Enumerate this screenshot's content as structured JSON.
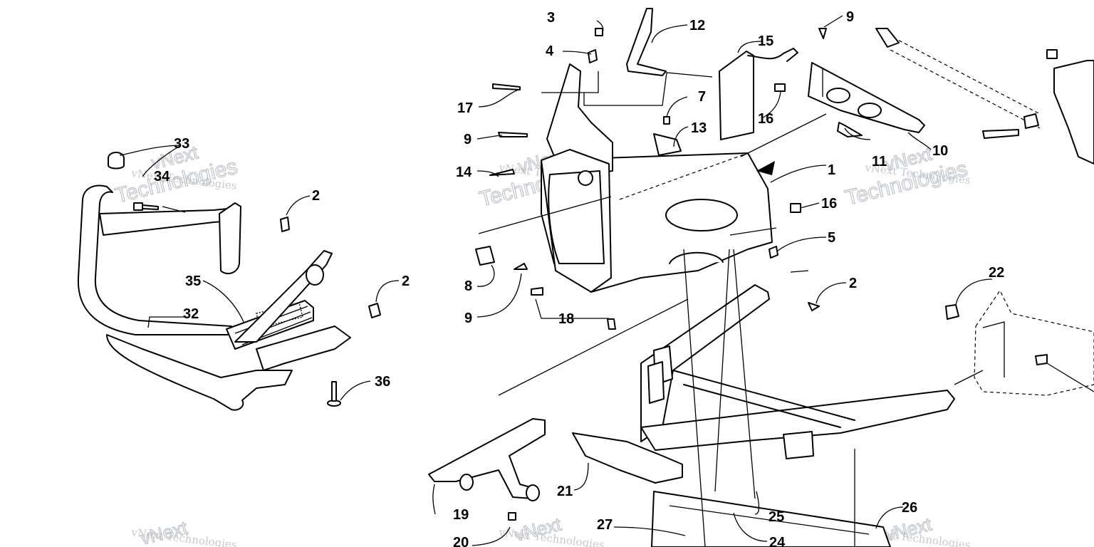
{
  "diagram": {
    "callouts": {
      "c1": "1",
      "c2a": "2",
      "c2b": "2",
      "c2c": "2",
      "c3": "3",
      "c4": "4",
      "c5": "5",
      "c7": "7",
      "c8": "8",
      "c9a": "9",
      "c9b": "9",
      "c9c": "9",
      "c10": "10",
      "c11": "11",
      "c12": "12",
      "c13": "13",
      "c14": "14",
      "c15": "15",
      "c16a": "16",
      "c16b": "16",
      "c17": "17",
      "c18": "18",
      "c19": "19",
      "c20": "20",
      "c21": "21",
      "c22": "22",
      "c24": "24",
      "c25": "25",
      "c26": "26",
      "c27": "27",
      "c32": "32",
      "c33": "33",
      "c34": "34",
      "c35": "35",
      "c36": "36"
    },
    "watermark": {
      "company": "vNext Technologies",
      "line1": "vNext",
      "line2": "Technologies"
    }
  }
}
